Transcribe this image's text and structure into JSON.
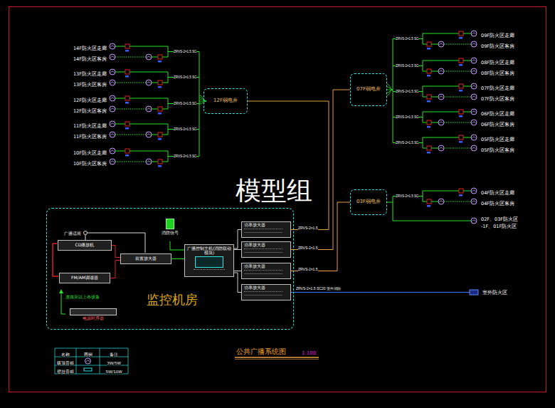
{
  "diagram": {
    "title": "公共广播系统图",
    "nodes": [
      {
        "text": [
          "12F弱电井"
        ]
      },
      {
        "text": [
          "07F弱电井"
        ]
      },
      {
        "text": [
          "03F弱电井"
        ]
      },
      {
        "text": [
          "监控机房"
        ]
      },
      {
        "text": [
          "CD播放机"
        ],
        "in": 3
      },
      {
        "text": [
          "FM/AM调谐器"
        ],
        "in": 3
      },
      {
        "text": [
          "前置放大器"
        ],
        "in": 3
      },
      {
        "text": [
          "消防信号"
        ],
        "in": 3
      },
      {
        "text": [
          "广播控制主机(消防联动模块)"
        ],
        "in": 3
      },
      {
        "text": [
          "功率放大器"
        ],
        "in": 3
      },
      {
        "text": [
          "功率放大器"
        ],
        "in": 3
      },
      {
        "text": [
          "功率放大器"
        ],
        "in": 3
      },
      {
        "text": [
          "功率放大器"
        ],
        "in": 3
      },
      {
        "text": [
          "电源时序器"
        ],
        "in": 3
      }
    ],
    "edges": [
      {
        "from": 4,
        "to": 6,
        "arrow": "none"
      },
      {
        "from": 5,
        "to": 6,
        "arrow": "none"
      },
      {
        "from": 6,
        "to": 8,
        "arrow": "none"
      },
      {
        "from": 7,
        "to": 8,
        "arrow": "none"
      },
      {
        "from": 8,
        "to": 9,
        "arrow": "none"
      },
      {
        "from": 8,
        "to": 10,
        "arrow": "none"
      },
      {
        "from": 8,
        "to": 11,
        "arrow": "none"
      },
      {
        "from": 8,
        "to": 12,
        "arrow": "none"
      },
      {
        "from": 9,
        "to": 0,
        "label": "ZRVS-2×1.5",
        "arrow": "none"
      },
      {
        "from": 10,
        "to": 1,
        "label": "ZRVS-2×1.5",
        "arrow": "none"
      },
      {
        "from": 11,
        "to": 2,
        "label": "ZRVS-2×1.5",
        "arrow": "none"
      }
    ],
    "labels": [
      "14F防火区走廊",
      "14F防火区客房",
      "13F防火区走廊",
      "13F防火区客房",
      "12F防火区走廊",
      "12F防火区客房",
      "11F防火区走廊",
      "11F防火区客房",
      "10F防火区走廊",
      "10F防火区客房",
      "ZRVS-2×1.5 SC",
      "ZRVS-2×1.5 SC",
      "ZRVS-2×1.5 SC",
      "ZRVS-2×1.5 SC",
      "ZRVS-2×1.5 SC",
      "09F防火区走廊",
      "09F防火区客房",
      "08F防火区走廊",
      "08F防火区客房",
      "07F防火区走廊",
      "07F防火区客房",
      "06F防火区走廊",
      "06F防火区客房",
      "05F防火区走廊",
      "05F防火区客房",
      "ZRVS-2×1.5 SC",
      "ZRVS-2×1.5 SC",
      "ZRVS-2×1.5 SC",
      "ZRVS-2×1.5 SC",
      "ZRVS-2×1.5 SC",
      "04F防火区走廊",
      "04F防火区客房",
      "02F、03F防火区",
      "-1F、01F防火区",
      "ZRVS-2×1.5 SC",
      "室外防火区",
      "ZRVS-2×1.5 SC20 室外消防",
      "广播话筒",
      "连接至以上各设备",
      "名称",
      "图例",
      "备注",
      "吸顶音箱",
      "3W/5W",
      "壁挂音箱",
      "5W/10W",
      "1:100",
      "模型组"
    ]
  }
}
